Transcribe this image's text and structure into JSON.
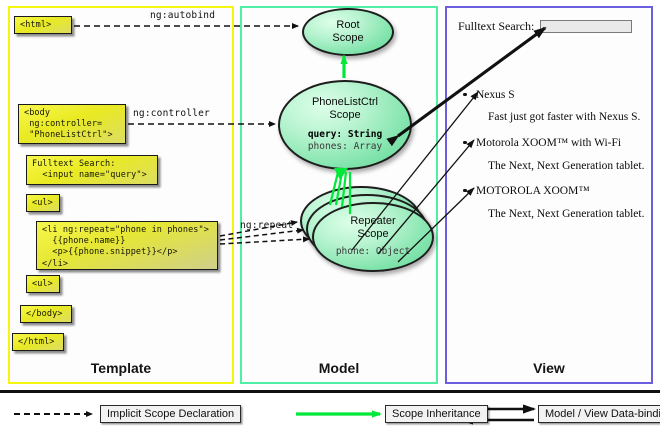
{
  "columns": [
    {
      "key": "template",
      "label": "Template",
      "border_color": "#f5f512"
    },
    {
      "key": "model",
      "label": "Model",
      "border_color": "#4ff0a5"
    },
    {
      "key": "view",
      "label": "View",
      "border_color": "#6b5fe0"
    }
  ],
  "template": {
    "boxes": [
      {
        "id": "html-open",
        "text": "<html>"
      },
      {
        "id": "body-open",
        "text": "<body\n ng:controller=\n \"PhoneListCtrl\">"
      },
      {
        "id": "fulltext-search",
        "text": "Fulltext Search:\n  <input name=\"query\">"
      },
      {
        "id": "ul-open",
        "text": "<ul>"
      },
      {
        "id": "li-repeat",
        "text": "<li ng:repeat=\"phone in phones\">\n  {{phone.name}}\n  <p>{{phone.snippet}}</p>\n</li>"
      },
      {
        "id": "ul-close",
        "text": "<ul>"
      },
      {
        "id": "body-close",
        "text": "</body>"
      },
      {
        "id": "html-close",
        "text": "</html>"
      }
    ]
  },
  "wires": {
    "autobind": "ng:autobind",
    "controller": "ng:controller",
    "repeat": "ng:repeat"
  },
  "model": {
    "scopes": [
      {
        "id": "root",
        "title_lines": [
          "Root",
          "Scope"
        ],
        "props": []
      },
      {
        "id": "phonelistctrl",
        "title_lines": [
          "PhoneListCtrl",
          "Scope"
        ],
        "props": [
          {
            "text": "query: String",
            "bold": true
          },
          {
            "text": "phones: Array",
            "bold": false
          }
        ]
      },
      {
        "id": "repeater",
        "title_lines": [
          "Repeater",
          "Scope"
        ],
        "props": [
          {
            "text": "phone: Object",
            "bold": false
          }
        ],
        "stacked": 3
      }
    ]
  },
  "view": {
    "search_label": "Fulltext Search:",
    "search_value": "",
    "search_placeholder": "",
    "items": [
      {
        "name": "Nexus S",
        "snippet": "Fast just got faster with Nexus S."
      },
      {
        "name": "Motorola XOOM™  with Wi-Fi",
        "snippet": "The Next, Next Generation tablet."
      },
      {
        "name": "MOTOROLA XOOM™",
        "snippet": "The Next, Next Generation tablet."
      }
    ]
  },
  "legend": [
    {
      "id": "implicit",
      "label": "Implicit Scope Declaration",
      "style": "dashed-black"
    },
    {
      "id": "inheritance",
      "label": "Scope Inheritance",
      "style": "solid-green"
    },
    {
      "id": "databinding",
      "label": "Model / View Data-binding",
      "style": "double-black"
    }
  ],
  "colors": {
    "template_border": "#f5f512",
    "model_border": "#4ff0a5",
    "view_border": "#6b5fe0",
    "scope_fill": "#7fe3ab",
    "inheritance_arrow": "#00e838",
    "code_fill": "#e9ea22"
  }
}
